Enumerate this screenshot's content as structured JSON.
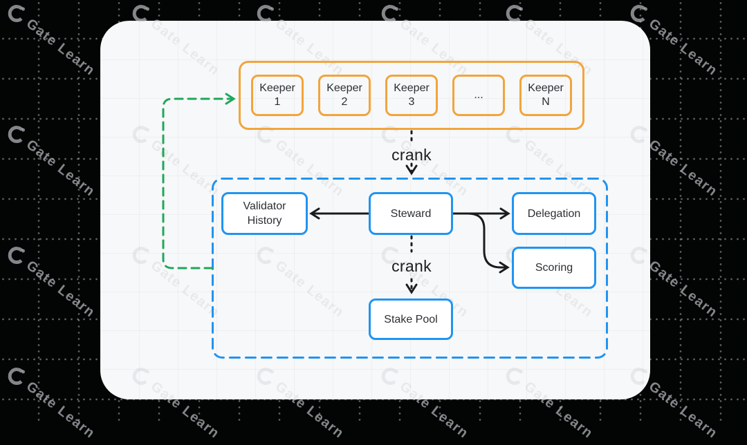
{
  "watermark": {
    "text": "Gate Learn"
  },
  "colors": {
    "orange": "#F2A43C",
    "blue": "#2094F1",
    "green": "#1FA75B",
    "ink": "#1B1C1E",
    "card-bg": "#F7F8F9",
    "page-bg": "#030404",
    "node-bg": "#FFFFFF",
    "text": "#2B2E33"
  },
  "diagram": {
    "keeper_group": {
      "keepers": [
        {
          "line1": "Keeper",
          "line2": "1"
        },
        {
          "line1": "Keeper",
          "line2": "2"
        },
        {
          "line1": "Keeper",
          "line2": "3"
        },
        {
          "line1": "...",
          "line2": ""
        },
        {
          "line1": "Keeper",
          "line2": "N"
        }
      ]
    },
    "labels": {
      "crank_top": "crank",
      "crank_bottom": "crank"
    },
    "nodes": {
      "validator_history": {
        "line1": "Validator",
        "line2": "History"
      },
      "steward": {
        "label": "Steward"
      },
      "delegation": {
        "label": "Delegation"
      },
      "scoring": {
        "label": "Scoring"
      },
      "stake_pool": {
        "label": "Stake Pool"
      }
    }
  }
}
